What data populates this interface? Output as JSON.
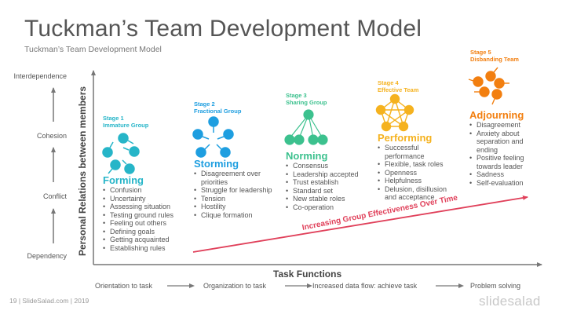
{
  "header": {
    "title": "Tuckman’s Team Development Model",
    "subtitle": "Tuckman’s Team Development Model"
  },
  "y_axis": {
    "label": "Personal Relations between members",
    "levels": [
      "Interdependence",
      "Cohesion",
      "Conflict",
      "Dependency"
    ]
  },
  "x_axis": {
    "label": "Task Functions",
    "steps": [
      "Orientation to task",
      "Organization to task",
      "Increased data flow: achieve task",
      "Problem solving"
    ]
  },
  "trend": {
    "label": "Increasing Group Effectiveness Over Time",
    "color": "#e0405a"
  },
  "stages": [
    {
      "tag_line1": "Stage 1",
      "tag_line2": "Immature Group",
      "name": "Forming",
      "icon": "scattered-nodes-icon",
      "color": "#26b5c8",
      "bullets": [
        "Confusion",
        "Uncertainty",
        "Assessing situation",
        "Testing ground rules",
        "Feeling out others",
        "Defining goals",
        "Getting acquainted",
        "Establishing rules"
      ]
    },
    {
      "tag_line1": "Stage 2",
      "tag_line2": "Fractional Group",
      "name": "Storming",
      "icon": "converging-nodes-icon",
      "color": "#1e9ee0",
      "bullets": [
        "Disagreement over priorities",
        "Struggle for leadership",
        "Tension",
        "Hostility",
        "Clique formation"
      ]
    },
    {
      "tag_line1": "Stage 3",
      "tag_line2": "Sharing Group",
      "name": "Norming",
      "icon": "hierarchy-nodes-icon",
      "color": "#3cc18e",
      "bullets": [
        "Consensus",
        "Leadership accepted",
        "Trust establish",
        "Standard set",
        "New stable roles",
        "Co-operation"
      ]
    },
    {
      "tag_line1": "Stage 4",
      "tag_line2": "Effective Team",
      "name": "Performing",
      "icon": "connected-network-icon",
      "color": "#f5b21f",
      "bullets": [
        "Successful performance",
        "Flexible, task roles",
        "Openness",
        "Helpfulness",
        "Delusion, disillusion and acceptance"
      ]
    },
    {
      "tag_line1": "Stage 5",
      "tag_line2": "Disbanding Team",
      "name": "Adjourning",
      "icon": "dispersing-nodes-icon",
      "color": "#f27f10",
      "bullets": [
        "Disagreement",
        "Anxiety about separation and ending",
        "Positive feeling towards leader",
        "Sadness",
        "Self-evaluation"
      ]
    }
  ],
  "footer": {
    "text": "19   | SlideSalad.com | 2019",
    "brand": "slidesalad"
  }
}
